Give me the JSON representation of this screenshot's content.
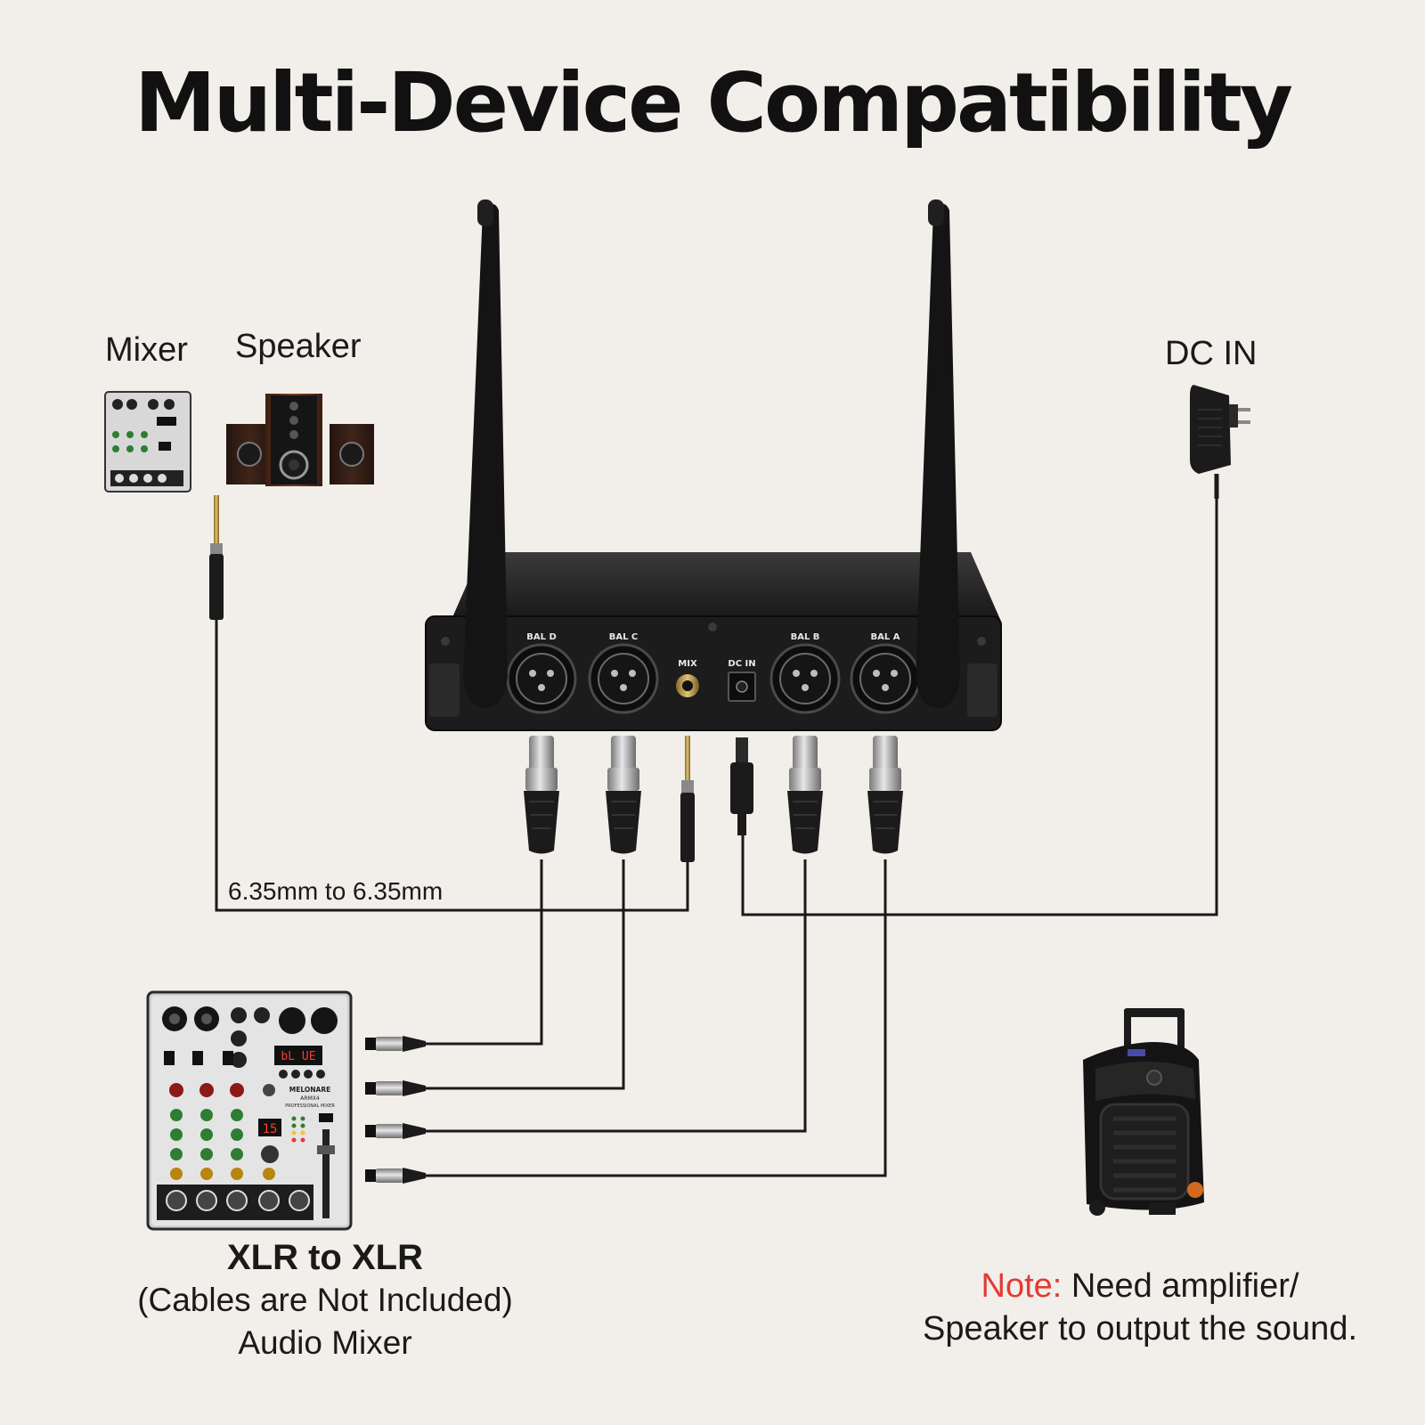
{
  "title": "Multi-Device Compatibility",
  "labels": {
    "mixer": "Mixer",
    "speaker": "Speaker",
    "dc_in": "DC IN",
    "cable_635": "6.35mm to 6.35mm"
  },
  "receiver_ports": [
    "BAL D",
    "BAL C",
    "MIX",
    "DC IN",
    "BAL B",
    "BAL A"
  ],
  "mixer_panel": {
    "display_text": "bL UE",
    "program_display": "15",
    "brand": "MELONARE",
    "model": "ARMX4",
    "subtitle": "PROFESSIONAL MIXER"
  },
  "caption": {
    "heading": "XLR to XLR",
    "line2": "(Cables are Not Included)",
    "line3": "Audio Mixer"
  },
  "note": {
    "prefix": "Note:",
    "line1": "Need amplifier/",
    "line2": "Speaker to output the sound."
  },
  "colors": {
    "background": "#f2efea",
    "note_accent": "#e53935",
    "device_body": "#1c1c1c",
    "wire": "#1a1a1a"
  }
}
